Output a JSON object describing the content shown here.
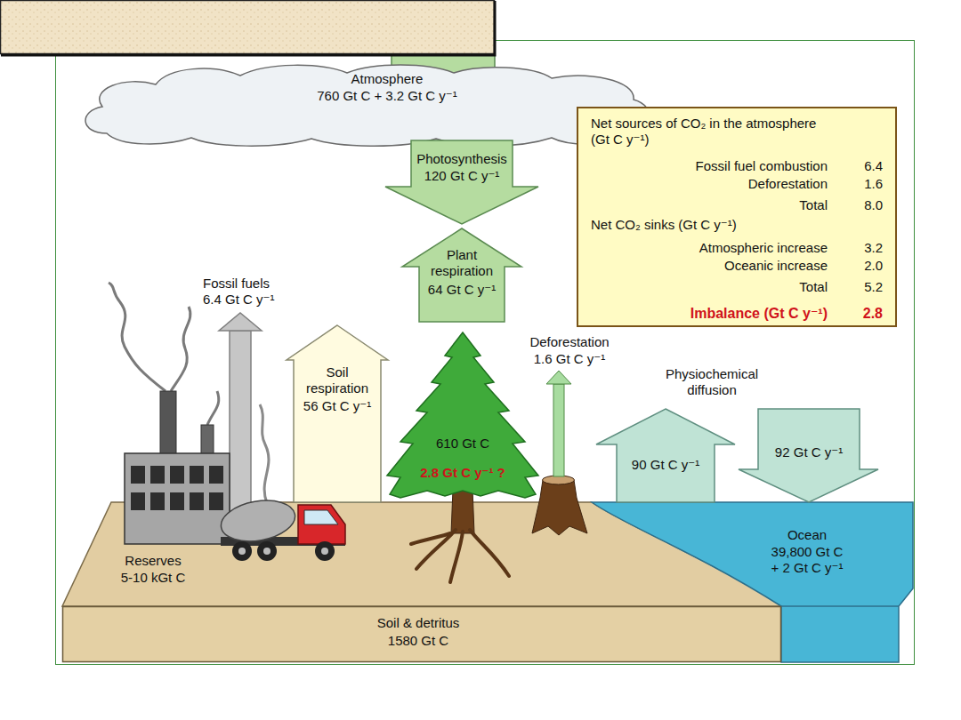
{
  "diagram": {
    "nodes": [
      {
        "text": [
          "Atmosphere",
          "760 Gt C + 3.2 Gt C y⁻¹"
        ]
      },
      {
        "text": [
          "Photosynthesis",
          "120 Gt C y⁻¹"
        ]
      },
      {
        "text": [
          "Net sources of CO₂ in the atmosphere (Gt C y⁻¹)",
          "Fossil fuel combustion",
          "6.4",
          "Deforestation",
          "1.6",
          "Total",
          "8.0",
          "Net CO₂ sinks (Gt C y⁻¹)",
          "Atmospheric increase",
          "3.2",
          "Oceanic increase",
          "2.0",
          "Total",
          "5.2",
          "Imbalance (Gt C y⁻¹)",
          "2.8"
        ]
      },
      {
        "text": [
          "Plant respiration",
          "64 Gt C y⁻¹"
        ]
      },
      {
        "text": [
          "Soil respiration",
          "56 Gt C y⁻¹"
        ]
      },
      {
        "text": [
          "610 Gt C",
          "2.8 Gt C y⁻¹ ?"
        ]
      },
      {
        "text": [
          "90 Gt C y⁻¹"
        ]
      },
      {
        "text": [
          "92 Gt C y⁻¹"
        ]
      },
      {
        "text": [
          "Reserves",
          "5-10 kGt C"
        ]
      },
      {
        "text": [
          "Ocean",
          "39,800 Gt C + 2 Gt C y⁻¹"
        ]
      },
      {
        "text": [
          "Soil & detritus",
          "1580 Gt C"
        ]
      }
    ],
    "labels": [
      "Fossil fuels",
      "6.4 Gt C y⁻¹",
      "Deforestation",
      "1.6 Gt C y⁻¹",
      "Physiochemical diffusion"
    ]
  }
}
